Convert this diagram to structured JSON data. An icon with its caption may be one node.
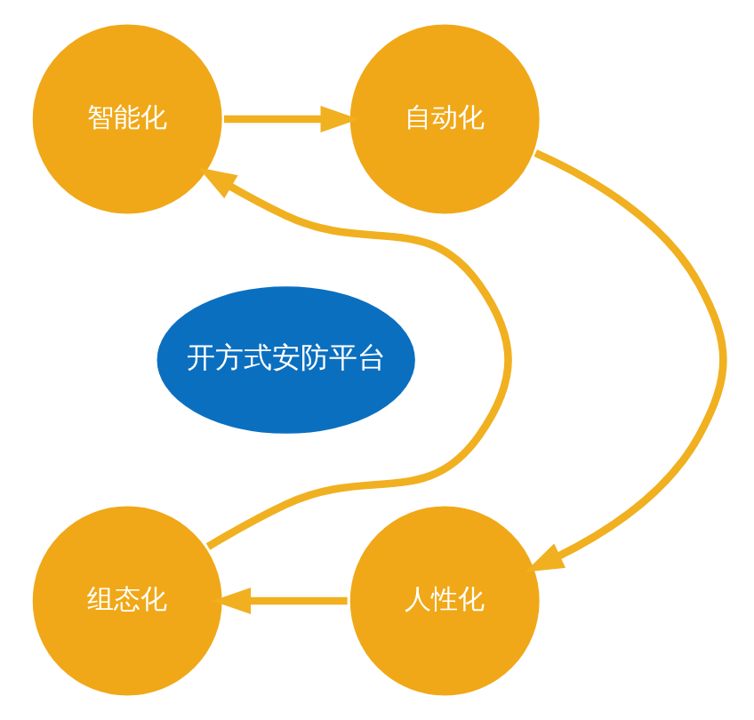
{
  "diagram": {
    "nodes": [
      {
        "text": [
          "智能化"
        ]
      },
      {
        "text": [
          "自动化"
        ]
      },
      {
        "text": [
          "开方式安防平台"
        ]
      },
      {
        "text": [
          "组态化"
        ]
      },
      {
        "text": [
          "人性化"
        ]
      }
    ],
    "edges": [
      {
        "from": 0,
        "to": 1,
        "arrow": "to"
      },
      {
        "from": 1,
        "to": 4,
        "arrow": "to"
      },
      {
        "from": 4,
        "to": 3,
        "arrow": "to"
      },
      {
        "from": 3,
        "to": 0,
        "arrow": "to"
      }
    ]
  }
}
